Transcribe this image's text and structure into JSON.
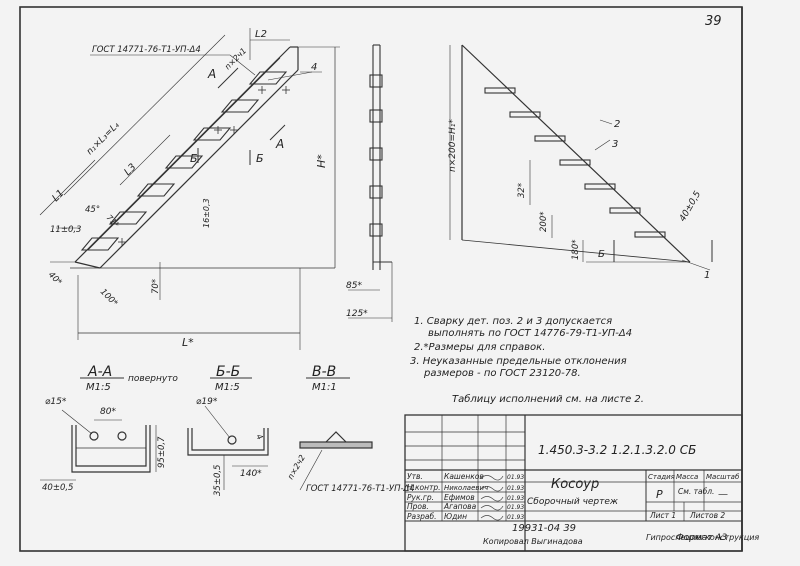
{
  "sheet_number": "39",
  "notes": [
    "1. Сварку дет. поз. 2 и 3 допускается",
    "выполнять по ГОСТ 14776-79-Т1-УП-Δ4",
    "2.*Размеры для справок.",
    "3. Неуказанные предельные отклонения",
    "размеров - по ГОСТ 23120-78."
  ],
  "table_note": "Таблицу исполнений см. на листе 2.",
  "main_view": {
    "weld_gost": "ГОСТ 14771-76-Т1-УП-Δ4",
    "weld_count": "n×2ч1",
    "dims": {
      "L2": "L2",
      "n_L3_L4": "n₁×L₃=L₄",
      "L3": "L3",
      "L1": "L1",
      "H": "H*",
      "L": "L*",
      "angle": "45°",
      "tol_11": "11±0,3",
      "tol_16": "16±0,3",
      "d40": "40*",
      "d100": "100*",
      "d70": "70*",
      "d71": "71*"
    },
    "pos4": "4",
    "section_markers": [
      "А",
      "А",
      "Б",
      "Б"
    ]
  },
  "side_view": {
    "dim85": "85*",
    "dim125": "125*"
  },
  "right_view": {
    "height_dim": "n×200=H₁*",
    "d32": "32*",
    "d200": "200*",
    "d180": "180*",
    "tol40": "40±0,5",
    "pos1": "1",
    "pos2": "2",
    "pos3": "3",
    "marker_b": "Б"
  },
  "sections": {
    "aa": {
      "title": "А-А",
      "scale": "М1:5",
      "note": "повернуто",
      "d15": "⌀15*",
      "d80": "80*",
      "d95": "95±0,7",
      "d40": "40±0,5"
    },
    "bb": {
      "title": "Б-Б",
      "scale": "М1:5",
      "d19": "⌀19*",
      "d140": "140*",
      "d35": "35±0,5",
      "d4": "4"
    },
    "vv": {
      "title": "В-В",
      "scale": "М1:1",
      "weld": "n×2ч2",
      "gost": "ГОСТ 14771-76-Т1-УП-Δ4"
    }
  },
  "title_block": {
    "doc_code": "1.450.3-3.2 1.2.1.3.2.0 СБ",
    "name": "Косоур",
    "sub": "Сборочный чертеж",
    "col_stage": "Стадия",
    "col_mass": "Масса",
    "col_scale": "Масштаб",
    "stage": "Р",
    "mass": "См. табл.",
    "scale": "—",
    "sheet": "Лист 1",
    "sheets": "Листов 2",
    "org": "Гипроспецлегконструкция",
    "rows": [
      {
        "role": "Утв.",
        "name": "Кашенков",
        "date": "01.93"
      },
      {
        "role": "Н.контр.",
        "name": "Николаевич",
        "date": "01.93"
      },
      {
        "role": "Рук.гр.",
        "name": "Ефимов",
        "date": "01.93"
      },
      {
        "role": "Пров.",
        "name": "Агапова",
        "date": "01.93"
      },
      {
        "role": "Разраб.",
        "name": "Юдин",
        "date": "01.93"
      }
    ],
    "reg": "19931-04 39",
    "copied": "Копировал Выгинадова",
    "format": "Формат А3"
  }
}
